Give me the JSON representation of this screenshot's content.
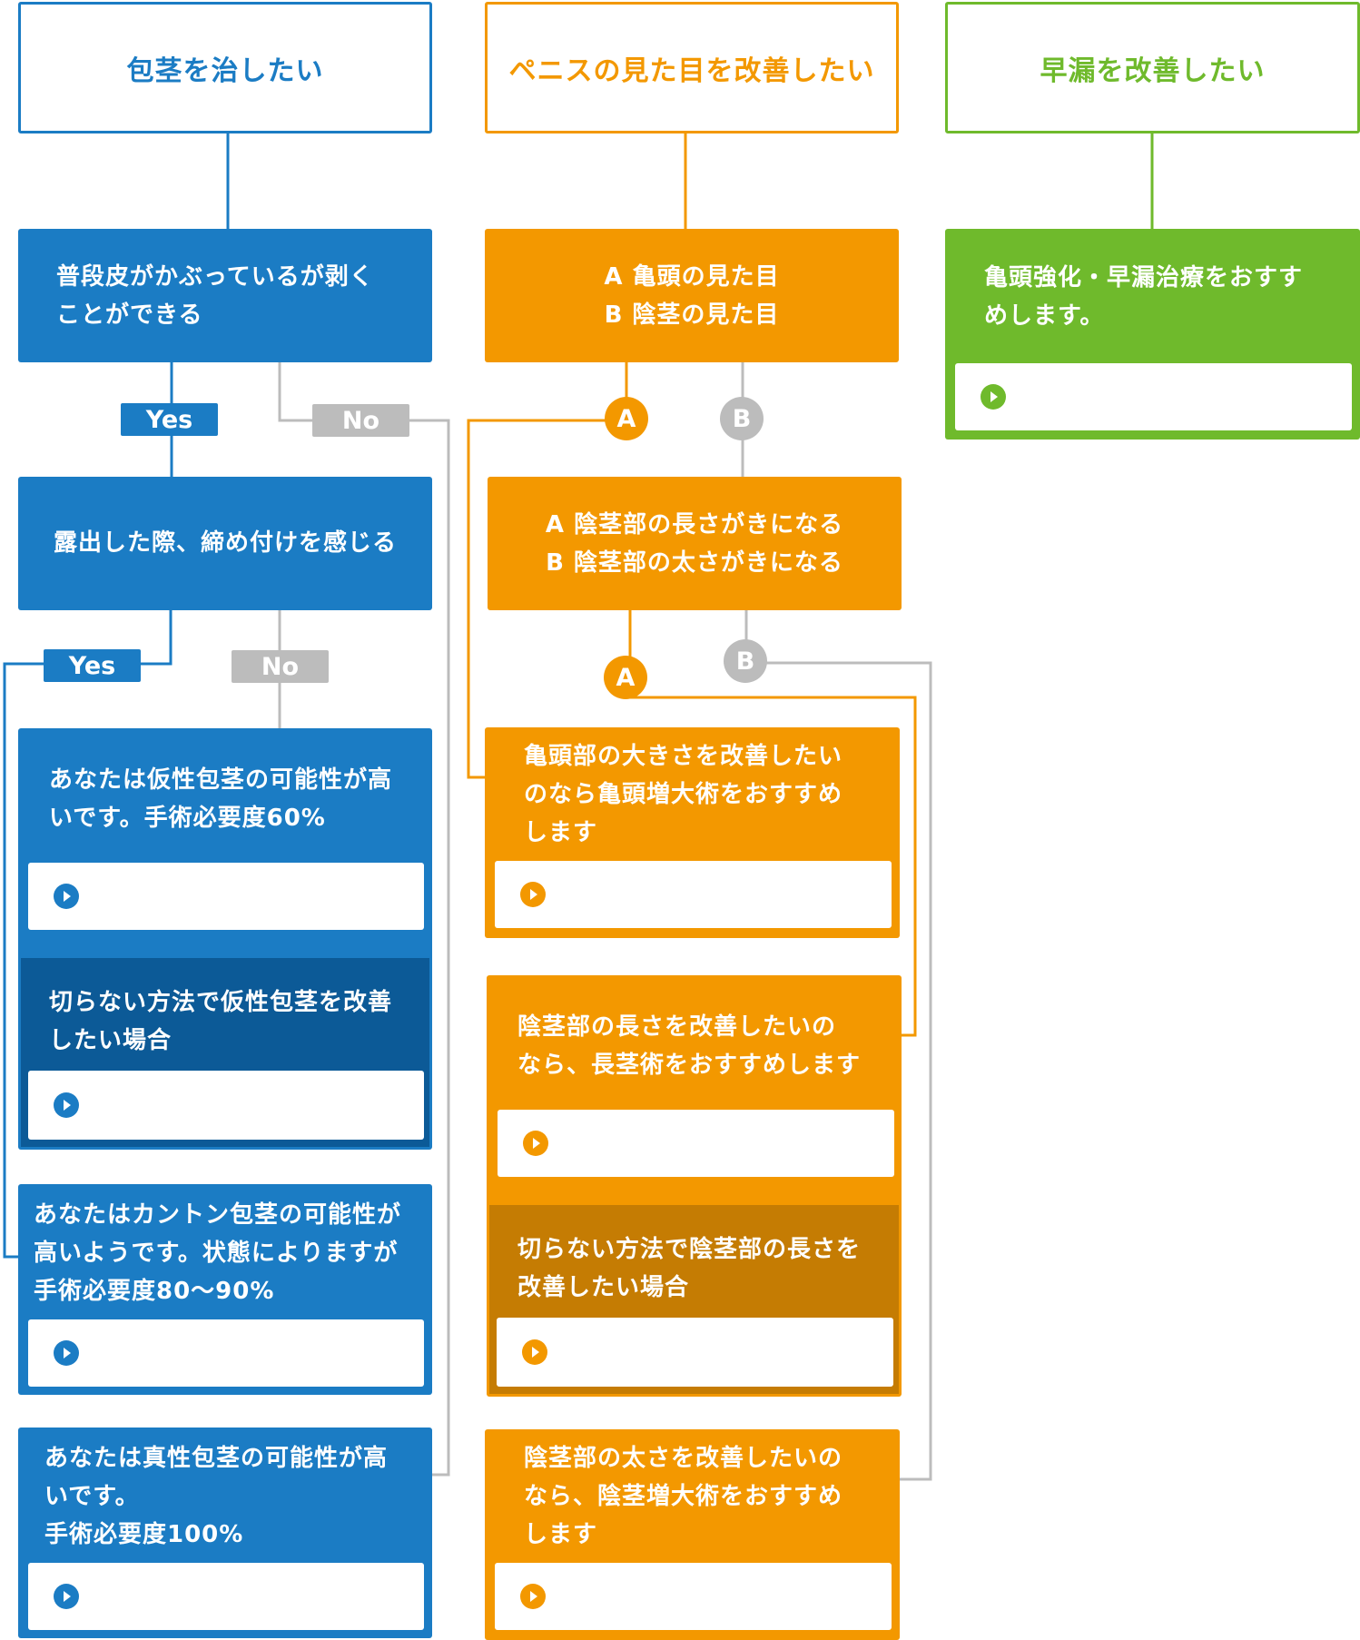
{
  "columns": {
    "phimosis": {
      "title": "包茎を治したい",
      "q1": {
        "line1": "普段皮がかぶっているが剥く",
        "line2": "ことができる",
        "yes": "Yes",
        "no": "No"
      },
      "q2": {
        "text": "露出した際、締め付けを感じる",
        "yes": "Yes",
        "no": "No"
      },
      "r1": {
        "line1": "あなたは仮性包茎の可能性が高",
        "line2": "いです。手術必要度60%"
      },
      "r1_sub": {
        "line1": "切らない方法で仮性包茎を改善",
        "line2": "したい場合"
      },
      "r2": {
        "line1": "あなたはカントン包茎の可能性が",
        "line2": "高いようです。状態によりますが",
        "line3": "手術必要度80～90%"
      },
      "r3": {
        "line1": "あなたは真性包茎の可能性が高",
        "line2": "いです。",
        "line3": "手術必要度100%"
      }
    },
    "appearance": {
      "title": "ペニスの見た目を改善したい",
      "q1": {
        "line1": "A 亀頭の見た目",
        "line2": "B 陰茎の見た目",
        "a": "A",
        "b": "B"
      },
      "q2": {
        "line1": "A 陰茎部の長さがきになる",
        "line2": "B 陰茎部の太さがきになる",
        "a": "A",
        "b": "B"
      },
      "r1": {
        "line1": "亀頭部の大きさを改善したい",
        "line2": "のなら亀頭増大術をおすすめ",
        "line3": "します"
      },
      "r2": {
        "line1": "陰茎部の長さを改善したいの",
        "line2": "なら、長茎術をおすすめします"
      },
      "r2_sub": {
        "line1": "切らない方法で陰茎部の長さを",
        "line2": "改善したい場合"
      },
      "r3": {
        "line1": "陰茎部の太さを改善したいの",
        "line2": "なら、陰茎増大術をおすすめ",
        "line3": "します"
      }
    },
    "premature": {
      "title": "早漏を改善したい",
      "r1": {
        "line1": "亀頭強化・早漏治療をおすす",
        "line2": "めします。"
      }
    }
  },
  "icons": {
    "link": "play-circle-icon"
  },
  "colors": {
    "blue": "#1b7cc4",
    "orange": "#f39800",
    "green": "#6fba2c",
    "navy": "#0c5a97",
    "brown": "#c57c03",
    "gray": "#bcbcbc"
  }
}
